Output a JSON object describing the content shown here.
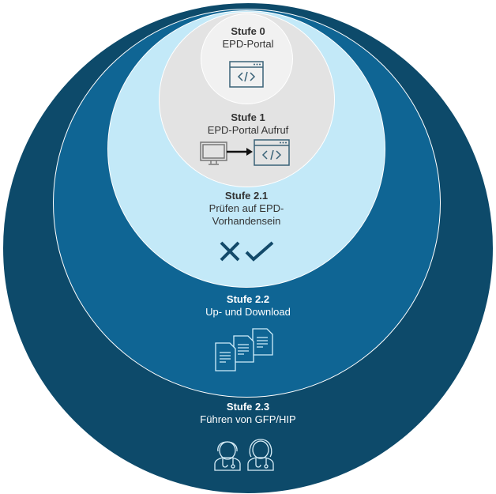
{
  "colors": {
    "level_2_3": "#0d4a6a",
    "level_2_2": "#0f6594",
    "level_2_1": "#c3e9f8",
    "level_1": "#e3e3e3",
    "level_0": "#f1f1f1",
    "icon_dark": "#3a6378"
  },
  "levels": [
    {
      "title": "Stufe 0",
      "subtitle": "EPD-Portal",
      "icon": "code-window-icon"
    },
    {
      "title": "Stufe 1",
      "subtitle": "EPD-Portal Aufruf",
      "icon": "monitor-to-code-window-icon"
    },
    {
      "title": "Stufe 2.1",
      "subtitle": "Prüfen auf EPD-Vorhandensein",
      "icon": "cross-check-icon"
    },
    {
      "title": "Stufe 2.2",
      "subtitle": "Up- und Download",
      "icon": "documents-icon"
    },
    {
      "title": "Stufe 2.3",
      "subtitle": "Führen von GFP/HIP",
      "icon": "doctors-icon"
    }
  ]
}
